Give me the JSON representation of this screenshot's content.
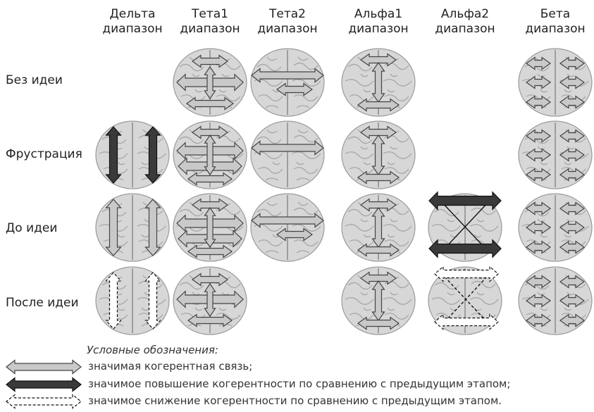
{
  "columns": [
    {
      "line1": "Дельта",
      "line2": "диапазон"
    },
    {
      "line1": "Тета1",
      "line2": "диапазон"
    },
    {
      "line1": "Тета2",
      "line2": "диапазон"
    },
    {
      "line1": "Альфа1",
      "line2": "диапазон"
    },
    {
      "line1": "Альфа2",
      "line2": "диапазон"
    },
    {
      "line1": "Бета",
      "line2": "диапазон"
    }
  ],
  "rows": [
    {
      "label": "Без идеи"
    },
    {
      "label": "Фрустрация"
    },
    {
      "label": "До идеи"
    },
    {
      "label": "После идеи"
    }
  ],
  "legend": {
    "title": "Условные обозначения:",
    "items": [
      {
        "style": "significant",
        "text": "значимая когерентная связь;"
      },
      {
        "style": "increase",
        "text": "значимое повышение когерентности по сравнению с предыдущим этапом;"
      },
      {
        "style": "decrease",
        "text": "значимое снижение когерентности по сравнению с предыдущим этапом."
      }
    ]
  },
  "colors": {
    "significant": "#c9c9c9",
    "increase": "#3a3a3a",
    "decrease": "#ffffff",
    "brain": "#d7d7d7",
    "outline": "#444444"
  }
}
